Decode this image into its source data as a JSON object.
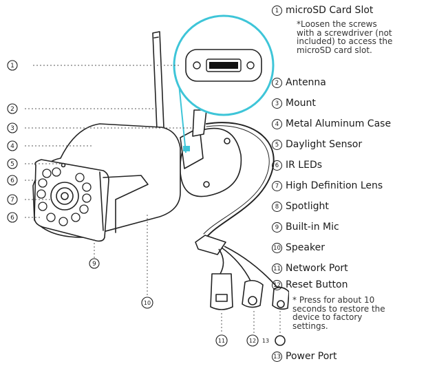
{
  "legend": [
    {
      "num": "1",
      "label": "microSD Card Slot"
    },
    {
      "num": "2",
      "label": "Antenna"
    },
    {
      "num": "3",
      "label": "Mount"
    },
    {
      "num": "4",
      "label": "Metal Aluminum Case"
    },
    {
      "num": "5",
      "label": "Daylight Sensor"
    },
    {
      "num": "6",
      "label": "IR LEDs"
    },
    {
      "num": "7",
      "label": "High Definition Lens"
    },
    {
      "num": "8",
      "label": "Spotlight"
    },
    {
      "num": "9",
      "label": "Built-in Mic"
    },
    {
      "num": "10",
      "label": "Speaker"
    },
    {
      "num": "11",
      "label": "Network Port"
    },
    {
      "num": "12",
      "label": "Reset Button"
    },
    {
      "num": "13",
      "label": "Power Port"
    }
  ],
  "notes": {
    "sd_card": "*Loosen the screws\nwith a screwdriver (not\nincluded) to access the\nmicroSD card slot.",
    "reset": "* Press for about 10\nseconds to restore the\ndevice to factory\nsettings."
  },
  "callouts": {
    "c1": "1",
    "c2": "2",
    "c3": "3",
    "c4": "4",
    "c5": "5",
    "c6a": "6",
    "c7": "7",
    "c6b": "6",
    "c9": "9",
    "c10": "10",
    "c11": "11",
    "c12": "12",
    "c13": "13"
  }
}
